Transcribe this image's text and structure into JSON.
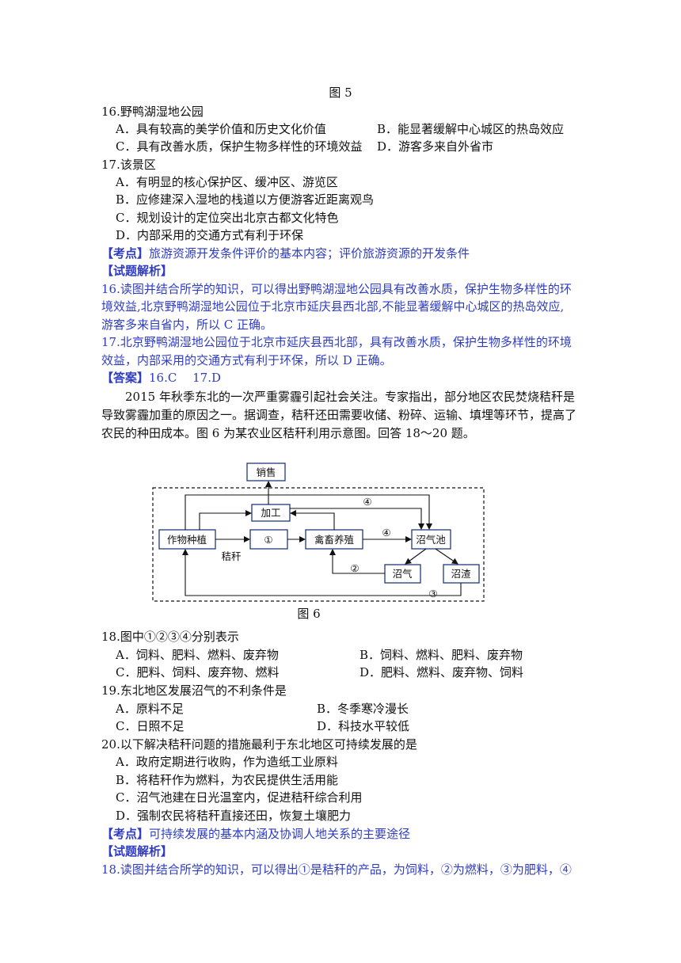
{
  "fig5_caption": "图 5",
  "q16": {
    "stem": "16.野鸭湖湿地公园",
    "a": "A．具有较高的美学价值和历史文化价值",
    "b": "B．能显著缓解中心城区的热岛效应",
    "c": "C．具有改善水质，保护生物多样性的环境效益",
    "d": "D．游客多来自外省市"
  },
  "q17": {
    "stem": "17.该景区",
    "a": "A．有明显的核心保护区、缓冲区、游览区",
    "b": "B．应修建深入湿地的栈道以方便游客近距离观鸟",
    "c": "C．规划设计的定位突出北京古都文化特色",
    "d": "D．内部采用的交通方式有利于环保"
  },
  "block1": {
    "kaodian_tag": "【考点】",
    "kaodian_text": "旅游资源开发条件评价的基本内容；评价旅游资源的开发条件",
    "jiexi_tag": "【试题解析】",
    "a16_l1": "16.读图并结合所学的知识，可以得出野鸭湖湿地公园具有改善水质，保护生物多样性的环",
    "a16_l2": "境效益,北京野鸭湖湿地公园位于北京市延庆县西北部,不能显著缓解中心城区的热岛效应,",
    "a16_l3": "游客多来自省内，所以 C 正确。",
    "a17_l1": "17.北京野鸭湖湿地公园位于北京市延庆县西北部，具有改善水质，保护生物多样性的环境",
    "a17_l2": "效益，内部采用的交通方式有利于环保，所以 D 正确。",
    "answer_tag": "【答案】",
    "answer_text": "16.C　 17.D"
  },
  "intro": {
    "l1": "2015 年秋季东北的一次严重雾霾引起社会关注。专家指出，部分地区农民焚烧秸秆是",
    "l2": "导致雾霾加重的原因之一。据调查，秸秆还田需要收储、粉碎、运输、填埋等环节，提高了",
    "l3": "农民的种田成本。图 6 为某农业区秸秆利用示意图。回答 18～20 题。"
  },
  "diagram": {
    "sales": "销售",
    "processing": "加工",
    "crop": "作物种植",
    "circle1": "①",
    "livestock": "禽畜养殖",
    "digester": "沼气池",
    "biogas": "沼气",
    "residue": "沼渣",
    "straw": "秸秆",
    "label2": "②",
    "label3": "③",
    "label4_top": "④",
    "label4_mid": "④"
  },
  "fig6_caption": "图 6",
  "q18": {
    "stem": "18.图中①②③④分别表示",
    "a": "A．饲料、肥料、燃料、废弃物",
    "b": "B．饲料、燃料、肥料、废弃物",
    "c": "C．肥料、饲料、废弃物、燃料",
    "d": "D．肥料、燃料、废弃物、饲料"
  },
  "q19": {
    "stem": "19.东北地区发展沼气的不利条件是",
    "a": "A．原料不足",
    "b": "B．冬季寒冷漫长",
    "c": "C．日照不足",
    "d": "D．科技水平较低"
  },
  "q20": {
    "stem": "20.以下解决秸秆问题的措施最利于东北地区可持续发展的是",
    "a": "A．政府定期进行收购，作为造纸工业原料",
    "b": "B．将秸秆作为燃料，为农民提供生活用能",
    "c": "C．沼气池建在日光温室内，促进秸秆综合利用",
    "d": "D．强制农民将秸秆直接还田，恢复土壤肥力"
  },
  "block2": {
    "kaodian_tag": "【考点】",
    "kaodian_text": "可持续发展的基本内涵及协调人地关系的主要途径",
    "jiexi_tag": "【试题解析】",
    "a18_l1": "18.读图并结合所学的知识，可以得出①是秸秆的产品，为饲料，②为燃料，③为肥料，④"
  }
}
